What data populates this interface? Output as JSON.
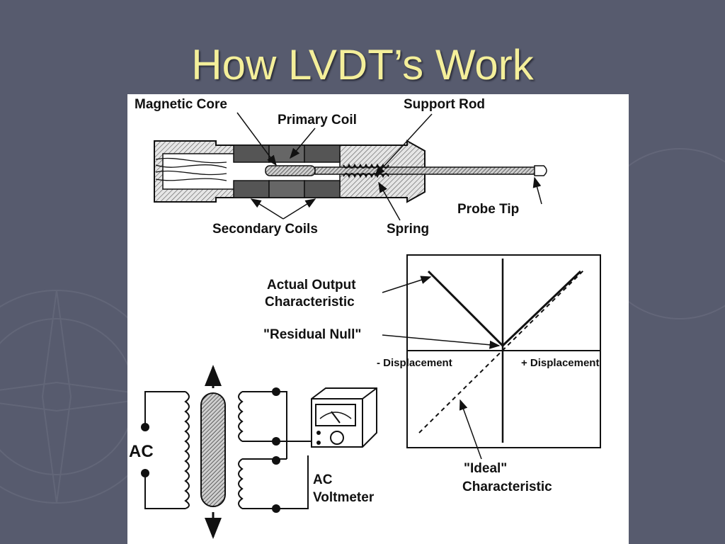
{
  "slide": {
    "title": "How LVDT’s Work"
  },
  "figure": {
    "sensor": {
      "magnetic_core": "Magnetic Core",
      "primary_coil": "Primary Coil",
      "support_rod": "Support Rod",
      "probe_tip": "Probe Tip",
      "secondary_coils": "Secondary Coils",
      "spring": "Spring"
    },
    "graph": {
      "actual_output_line1": "Actual Output",
      "actual_output_line2": "Characteristic",
      "residual_null": "\"Residual Null\"",
      "minus_displacement": "- Displacement",
      "plus_displacement": "+ Displacement",
      "ideal_line1": "\"Ideal\"",
      "ideal_line2": "Characteristic"
    },
    "circuit": {
      "ac": "AC",
      "voltmeter_line1": "AC",
      "voltmeter_line2": "Voltmeter"
    }
  },
  "colors": {
    "background": "#575b6e",
    "title": "#f4ef9a",
    "figure_bg": "#ffffff",
    "ink": "#111111"
  }
}
